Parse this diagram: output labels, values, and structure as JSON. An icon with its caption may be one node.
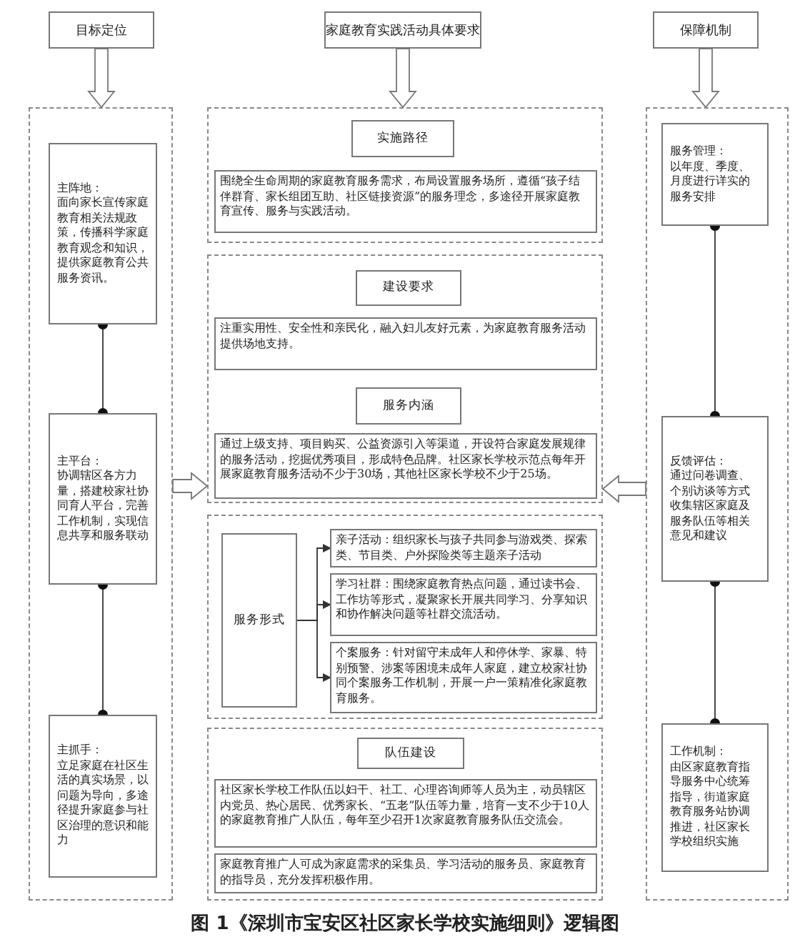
{
  "diagram": {
    "caption": "图 1《深圳市宝安区社区家长学校实施细则》逻辑图",
    "nodes": [
      {
        "text": [
          "目标定位"
        ]
      },
      {
        "text": [
          "家庭教育实践活动具体要求"
        ]
      },
      {
        "text": [
          "保障机制"
        ]
      },
      {
        "text": [],
        "shape": "box"
      },
      {
        "text": [
          "主阵地：",
          "面向家长宣传家庭教育相关法规政策，传播科学家庭教育观念和知识，提供家庭教育公共服务资讯。"
        ],
        "in": 3
      },
      {
        "text": [
          "主平台：",
          "协调辖区各方力量，搭建校家社协同育人平台，完善工作机制，实现信息共享和服务联动"
        ],
        "in": 3
      },
      {
        "text": [
          "主抓手：",
          "立足家庭在社区生活的真实场景，以问题为导向，多途径提升家庭参与社区治理的意识和能力"
        ],
        "in": 3
      },
      {
        "text": [],
        "shape": "box"
      },
      {
        "text": [
          "实施路径"
        ],
        "in": 7
      },
      {
        "text": [
          "围绕全生命周期的家庭教育服务需求，布局设置服务场所，遵循“孩子结伴群育、家长组团互助、社区链接资源”的服务理念，多途径开展家庭教育宣传、服务与实践活动。"
        ],
        "in": 7
      },
      {
        "text": [],
        "shape": "box"
      },
      {
        "text": [
          "建设要求"
        ],
        "in": 10
      },
      {
        "text": [
          "注重实用性、安全性和亲民化，融入妇儿友好元素，为家庭教育服务活动提供场地支持。"
        ],
        "in": 10
      },
      {
        "text": [
          "服务内涵"
        ],
        "in": 10
      },
      {
        "text": [
          "通过上级支持、项目购买、公益资源引入等渠道，开设符合家庭发展规律的服务活动，挖掘优秀项目，形成特色品牌。社区家长学校示范点每年开展家庭教育服务活动不少于30场，其他社区家长学校不少于25场。"
        ],
        "in": 10
      },
      {
        "text": [],
        "shape": "box"
      },
      {
        "text": [
          "服务形式"
        ],
        "in": 15
      },
      {
        "text": [
          "亲子活动：组织家长与孩子共同参与游戏类、探索类、节目类、户外探险类等主题亲子活动"
        ],
        "in": 15
      },
      {
        "text": [
          "学习社群：围绕家庭教育热点问题，通过读书会、工作坊等形式，凝聚家长开展共同学习、分享知识和协作解决问题等社群交流活动。"
        ],
        "in": 15
      },
      {
        "text": [
          "个案服务：针对留守未成年人和停休学、家暴、特别预警、涉案等困境未成年人家庭，建立校家社协同个案服务工作机制，开展一户一策精准化家庭教育服务。"
        ],
        "in": 15
      },
      {
        "text": [],
        "shape": "box"
      },
      {
        "text": [
          "队伍建设"
        ],
        "in": 20
      },
      {
        "text": [
          "社区家长学校工作队伍以妇干、社工、心理咨询师等人员为主，动员辖区内党员、热心居民、优秀家长、“五老”队伍等力量，培育一支不少于10人的家庭教育推广人队伍，每年至少召开1次家庭教育服务队伍交流会。"
        ],
        "in": 20
      },
      {
        "text": [
          "家庭教育推广人可成为家庭需求的采集员、学习活动的服务员、家庭教育的指导员，充分发挥积极作用。"
        ],
        "in": 20
      },
      {
        "text": [],
        "shape": "box"
      },
      {
        "text": [
          "服务管理：",
          "以年度、季度、月度进行详实的服务安排"
        ],
        "in": 24
      },
      {
        "text": [
          "反馈评估：",
          "通过问卷调查、个别访谈等方式收集辖区家庭及服务队伍等相关意见和建议"
        ],
        "in": 24
      },
      {
        "text": [
          "工作机制：",
          "由区家庭教育指导服务中心统筹指导，街道家庭教育服务站协调推进，社区家长学校组织实施"
        ],
        "in": 24
      }
    ],
    "edges": [
      {
        "from": 0,
        "to": 3,
        "arrow": "to",
        "style": "thick"
      },
      {
        "from": 1,
        "to": 7,
        "arrow": "to",
        "style": "thick"
      },
      {
        "from": 2,
        "to": 24,
        "arrow": "to",
        "style": "thick"
      },
      {
        "from": 4,
        "to": 5,
        "arrow": "other"
      },
      {
        "from": 5,
        "to": 6,
        "arrow": "other"
      },
      {
        "from": 25,
        "to": 26,
        "arrow": "other"
      },
      {
        "from": 26,
        "to": 27,
        "arrow": "other"
      },
      {
        "from": 3,
        "to": 10,
        "arrow": "to",
        "style": "thick"
      },
      {
        "from": 24,
        "to": 10,
        "arrow": "to",
        "style": "thick"
      },
      {
        "from": 16,
        "to": 17,
        "arrow": "to"
      },
      {
        "from": 16,
        "to": 18,
        "arrow": "to"
      },
      {
        "from": 16,
        "to": 19,
        "arrow": "to"
      }
    ]
  }
}
